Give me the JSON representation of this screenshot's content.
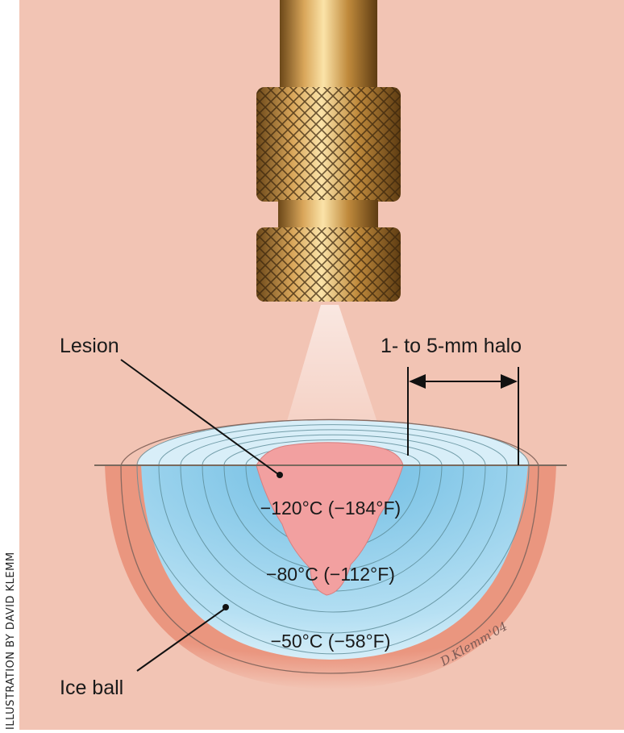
{
  "credit": "ILLUSTRATION BY DAVID KLEMM",
  "labels": {
    "lesion": "Lesion",
    "halo": "1- to 5-mm halo",
    "ice_ball": "Ice ball"
  },
  "temperatures": [
    "−120°C (−184°F)",
    "−80°C (−112°F)",
    "−50°C (−58°F)"
  ],
  "signature": "D.Klemm'04",
  "colors": {
    "skin": "#f2c4b4",
    "ice": "#9fd3ec",
    "lesion": "#f0a0a0",
    "probe": "#c9923f"
  }
}
